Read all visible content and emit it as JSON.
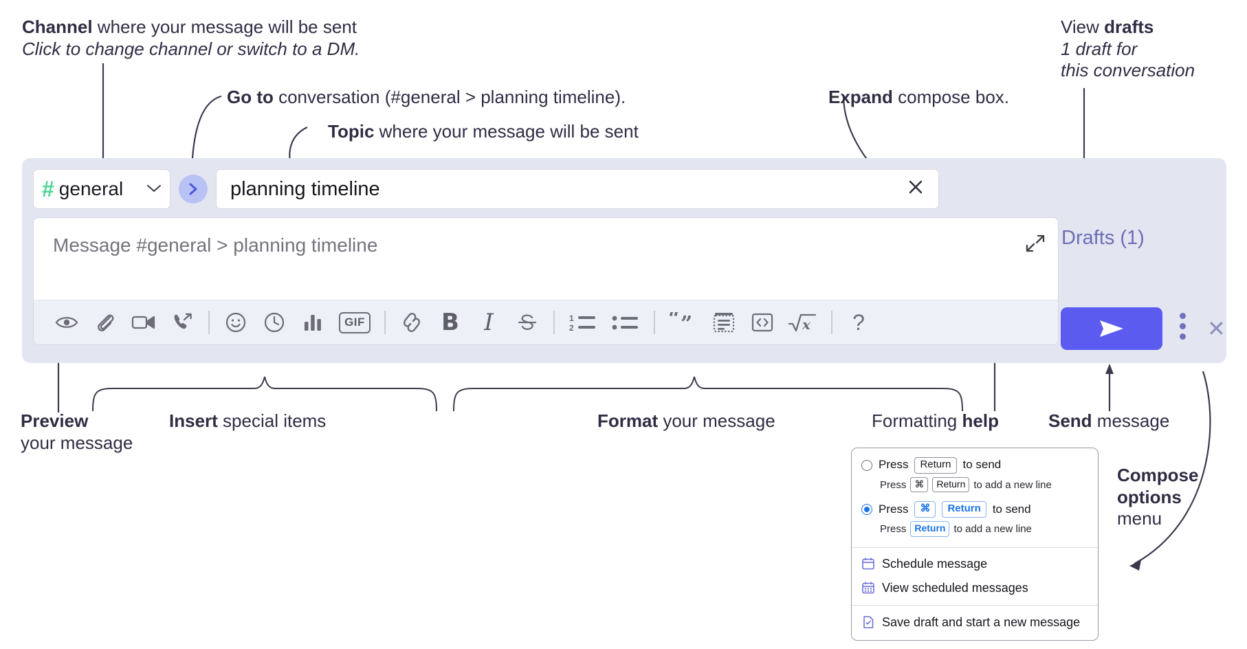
{
  "annotations": {
    "channel_title_bold": "Channel",
    "channel_title_rest": " where your message will be sent",
    "channel_sub": "Click to change channel or switch to a DM.",
    "goto_bold": "Go to",
    "goto_rest": " conversation (#general > planning timeline).",
    "topic_bold": "Topic",
    "topic_rest": " where your message will be sent",
    "expand_bold": "Expand",
    "expand_rest": " compose box.",
    "drafts_line1_a": "View ",
    "drafts_line1_b": "drafts",
    "drafts_line2": "1 draft for",
    "drafts_line3": "this conversation",
    "preview_bold": "Preview",
    "preview_line2": "your message",
    "insert_bold": "Insert",
    "insert_rest": " special items",
    "format_bold": "Format",
    "format_rest": " your message",
    "help_a": "Formatting ",
    "help_b": "help",
    "send_bold": "Send",
    "send_rest": " message",
    "compose_menu_line1": "Compose",
    "compose_menu_line2": "options",
    "compose_menu_line3": "menu"
  },
  "compose": {
    "channel": {
      "hash": "#",
      "name": "general",
      "chevron": "⌄"
    },
    "goto_arrow": "›",
    "topic": {
      "value": "planning timeline",
      "clear": "✕"
    },
    "message": {
      "placeholder": "Message #general > planning timeline"
    },
    "toolbar": [
      {
        "name": "preview-icon",
        "label": "Preview"
      },
      {
        "name": "attachment-icon",
        "label": "Attach file"
      },
      {
        "name": "video-icon",
        "label": "Video clip"
      },
      {
        "name": "audio-call-icon",
        "label": "Audio clip"
      },
      {
        "name": "separator",
        "label": ""
      },
      {
        "name": "emoji-icon",
        "label": "Emoji"
      },
      {
        "name": "clock-icon",
        "label": "Reminder"
      },
      {
        "name": "poll-icon",
        "label": "Poll"
      },
      {
        "name": "gif-icon",
        "label": "GIF"
      },
      {
        "name": "separator",
        "label": ""
      },
      {
        "name": "link-icon",
        "label": "Link"
      },
      {
        "name": "bold-icon",
        "label": "B"
      },
      {
        "name": "italic-icon",
        "label": "I"
      },
      {
        "name": "strikethrough-icon",
        "label": "Strikethrough"
      },
      {
        "name": "separator",
        "label": ""
      },
      {
        "name": "ordered-list-icon",
        "label": "Ordered list"
      },
      {
        "name": "bulleted-list-icon",
        "label": "Bulleted list"
      },
      {
        "name": "separator",
        "label": ""
      },
      {
        "name": "blockquote-icon",
        "label": "Blockquote"
      },
      {
        "name": "code-block-icon",
        "label": "Code block"
      },
      {
        "name": "code-icon",
        "label": "Code"
      },
      {
        "name": "math-icon",
        "label": "Math"
      },
      {
        "name": "separator",
        "label": ""
      },
      {
        "name": "formatting-help-icon",
        "label": "?"
      }
    ],
    "drafts_label": "Drafts (1)",
    "panel_close": "✕",
    "send_glyph": "➤"
  },
  "compose_options_menu": {
    "options": [
      {
        "selected": false,
        "primary_pre": "Press",
        "primary_keys": [
          "Return"
        ],
        "primary_post": "to send",
        "secondary_pre": "Press",
        "secondary_keys": [
          "⌘",
          "Return"
        ],
        "secondary_post": "to add a new line"
      },
      {
        "selected": true,
        "primary_pre": "Press",
        "primary_keys": [
          "⌘",
          "Return"
        ],
        "primary_post": "to send",
        "secondary_pre": "Press",
        "secondary_keys": [
          "Return"
        ],
        "secondary_post": "to add a new line"
      }
    ],
    "items": [
      {
        "icon": "calendar-clock-icon",
        "label": "Schedule message"
      },
      {
        "icon": "calendar-grid-icon",
        "label": "View scheduled messages"
      },
      {
        "icon": "save-draft-icon",
        "label": "Save draft and start a new message"
      }
    ]
  },
  "colors": {
    "panel_bg": "#e3e5f1",
    "accent": "#5b5bf0",
    "hash_green": "#4ed394",
    "drafts_purple": "#6c6fb5",
    "text_dark": "#2f2d43",
    "key_blue": "#1a73e8"
  }
}
